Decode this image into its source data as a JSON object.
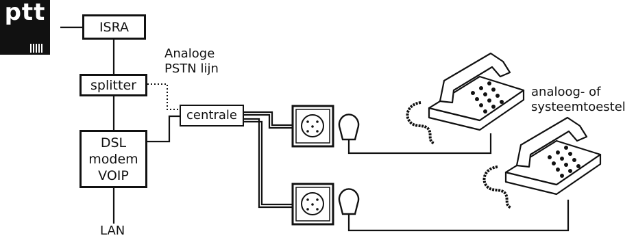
{
  "logo": {
    "text": "ptt"
  },
  "nodes": {
    "isra": "ISRA",
    "splitter": "splitter",
    "dsl_modem": [
      "DSL",
      "modem",
      "VOIP"
    ],
    "centrale": "centrale"
  },
  "labels": {
    "pstn": [
      "Analoge",
      "PSTN lijn"
    ],
    "lan": "LAN",
    "phone": [
      "analoog- of",
      "systeemtoestel"
    ]
  },
  "colors": {
    "line": "#111111",
    "background": "#ffffff"
  },
  "icons": [
    "wall-socket-icon",
    "plug-icon",
    "telephone-icon"
  ]
}
